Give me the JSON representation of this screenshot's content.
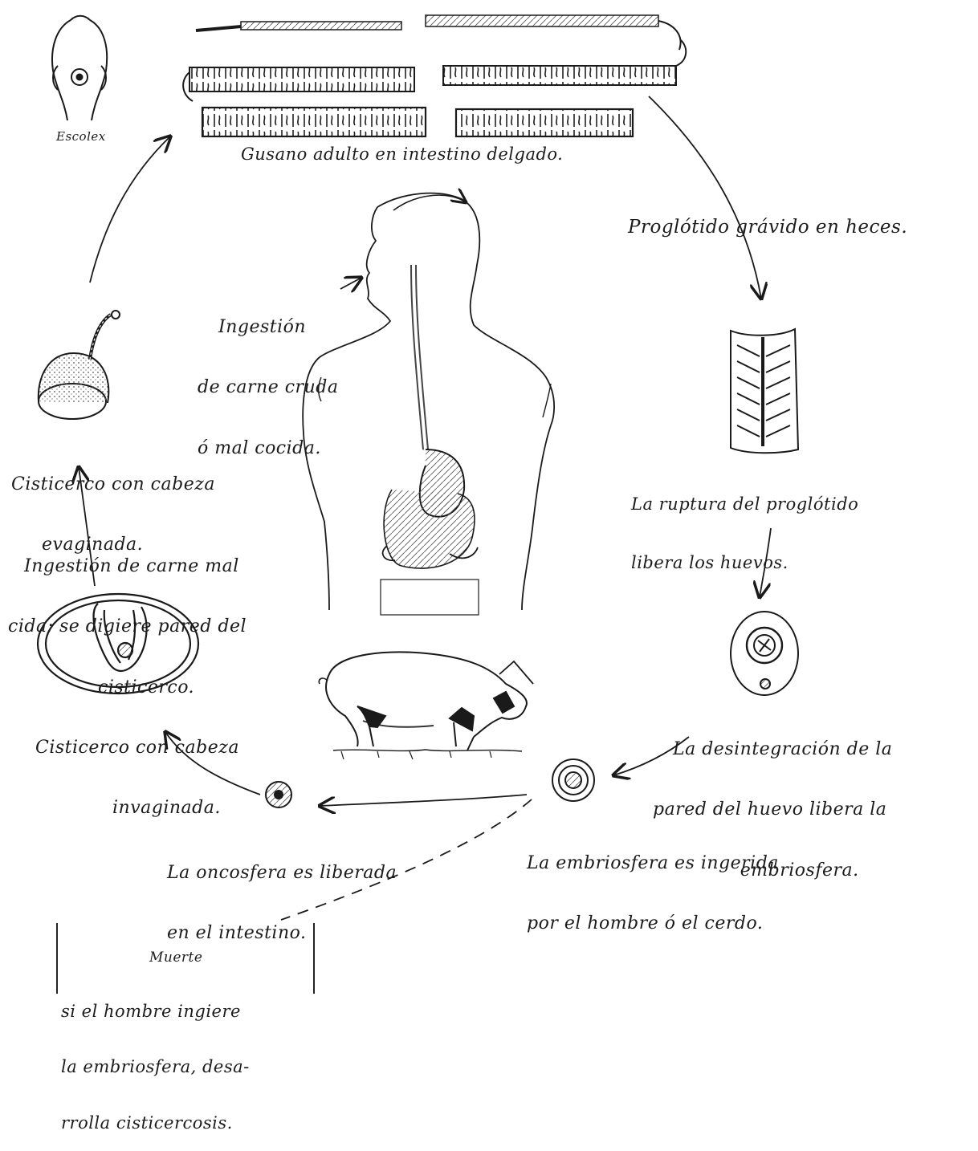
{
  "labels": {
    "escolex": "Escolex",
    "adult_worm": "Gusano adulto en intestino delgado.",
    "gravid_proglottid": "Proglótido grávido en heces.",
    "ingestion_raw_1": "Ingestión",
    "ingestion_raw_2": "de carne cruda",
    "ingestion_raw_3": "ó mal cocida.",
    "rupture_1": "La ruptura del proglótido",
    "rupture_2": "libera los huevos.",
    "cyst_evaginated_1": "Cisticerco con cabeza",
    "cyst_evaginated_2": "evaginada.",
    "ingestion_undercooked_1": "Ingestión de carne mal",
    "ingestion_undercooked_2": "cida; se digiere pared del",
    "ingestion_undercooked_3": "cisticerco.",
    "cyst_invaginated_1": "Cisticerco con cabeza",
    "cyst_invaginated_2": "invaginada.",
    "egg_wall_1": "La desintegración de la",
    "egg_wall_2": "pared del huevo libera la",
    "egg_wall_3": "embriosfera.",
    "oncosphere_1": "La oncosfera es liberada",
    "oncosphere_2": "en el intestino.",
    "embryo_ingested_1": "La embriosfera es ingerida",
    "embryo_ingested_2": "por el hombre ó el cerdo.",
    "death_title": "Muerte",
    "death_1": "si el hombre ingiere",
    "death_2": "la embriosfera, desa-",
    "death_3": "rrolla cisticercosis."
  }
}
